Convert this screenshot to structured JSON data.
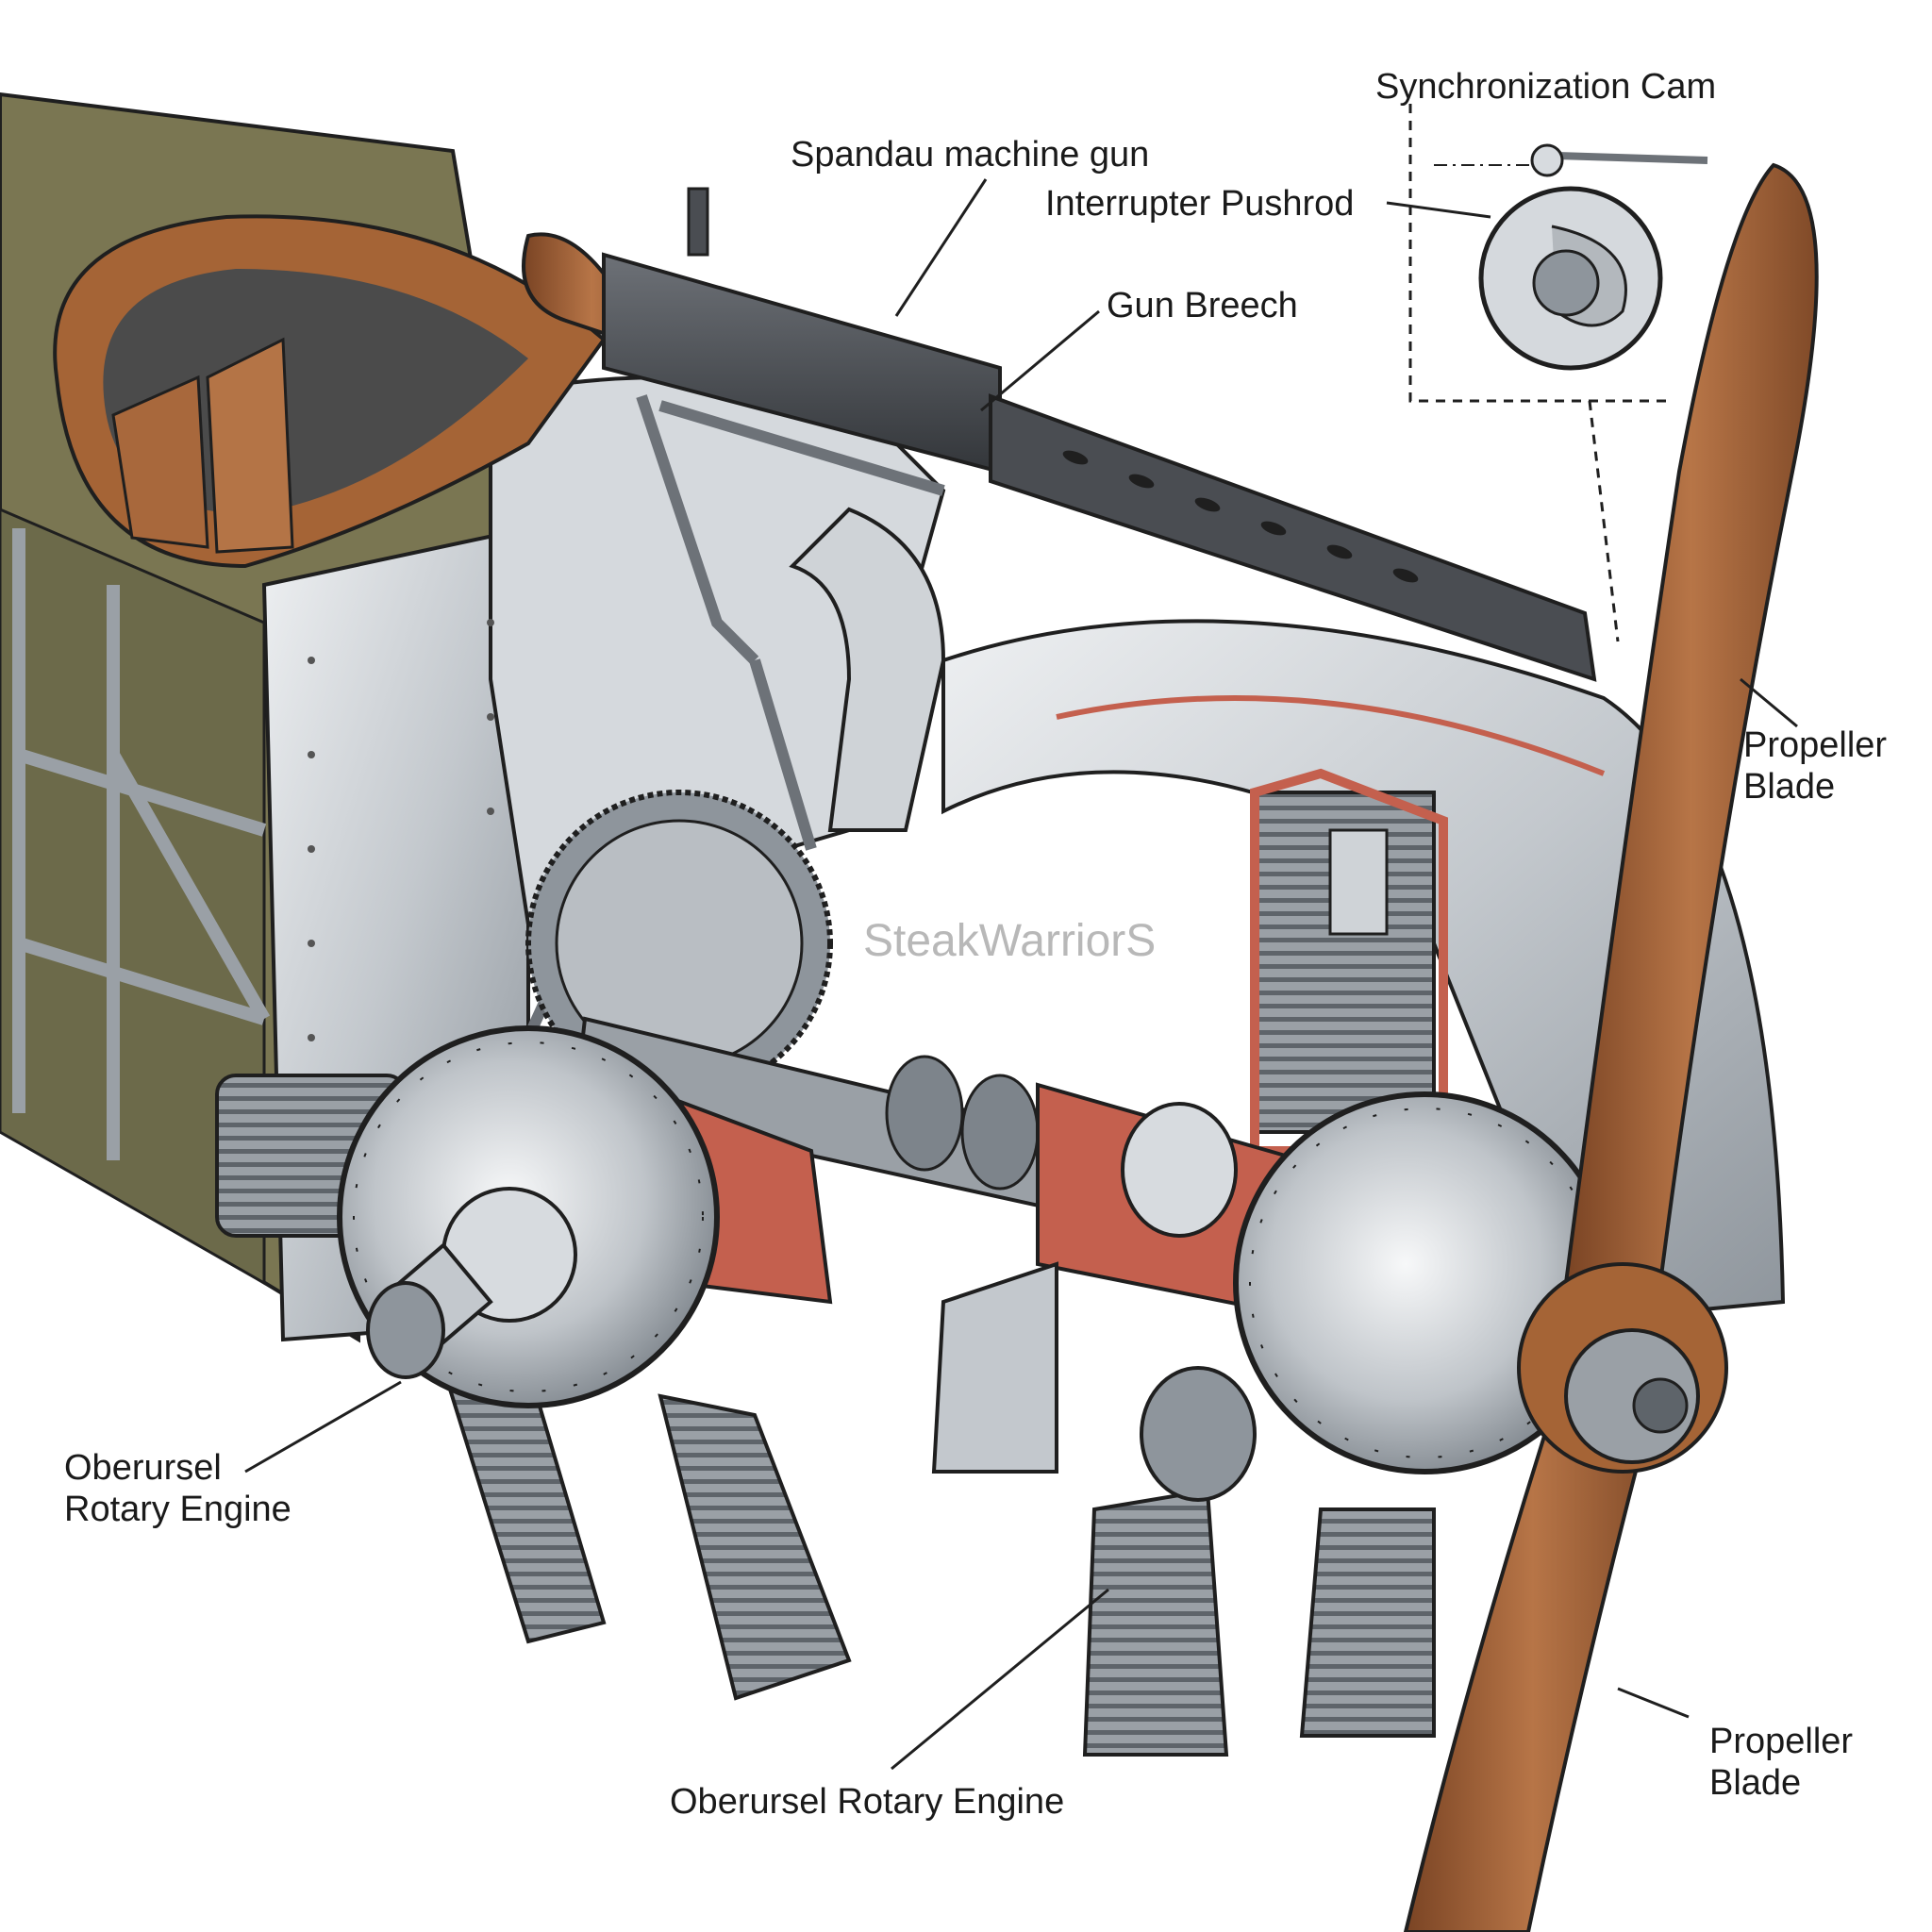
{
  "labels": {
    "synchronization_cam": "Synchronization Cam",
    "spandau_gun": "Spandau machine gun",
    "interrupter_pushrod": "Interrupter Pushrod",
    "gun_breech": "Gun Breech",
    "propeller_blade_upper": [
      "Propeller",
      "Blade"
    ],
    "propeller_blade_lower": [
      "Propeller",
      "Blade"
    ],
    "rotary_engine_left": [
      "Oberursel",
      "Rotary Engine"
    ],
    "rotary_engine_bottom": "Oberursel Rotary Engine"
  },
  "watermark": "SteakWarriorS",
  "colors": {
    "fabric_olive": "#7a7652",
    "wood": "#9a5b32",
    "aluminum": "#c9cdd1",
    "gun_steel": "#4a4d52",
    "cutaway_red": "#c4604e",
    "outline": "#1f1f1f"
  }
}
